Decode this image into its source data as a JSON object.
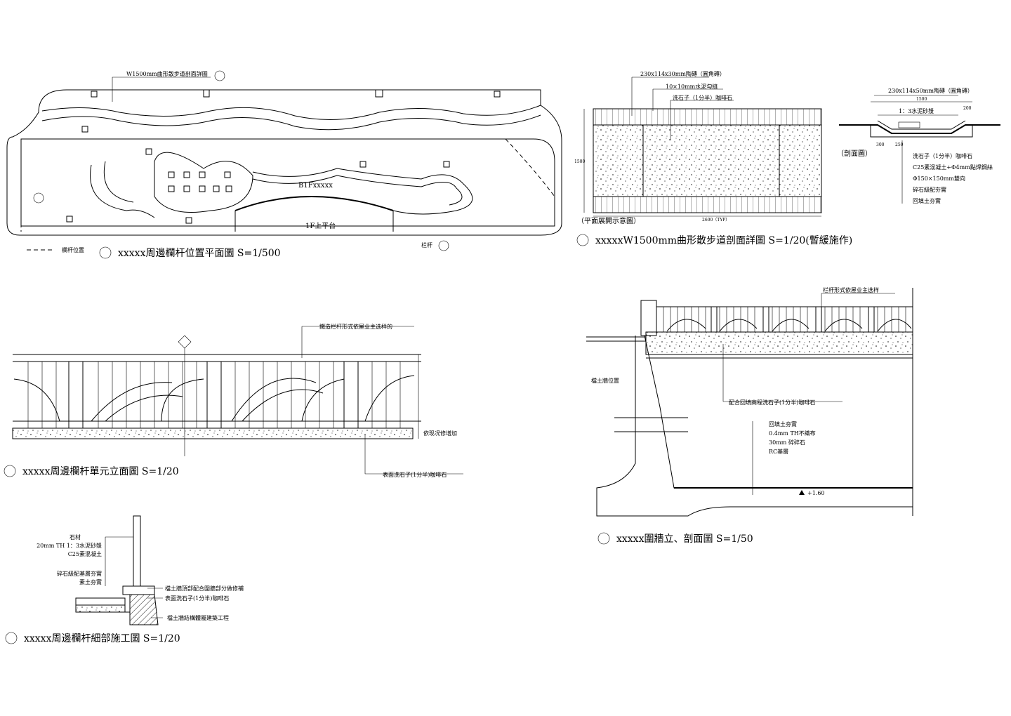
{
  "plan": {
    "leader_label": "W1500mm曲形散步道剖面詳圖",
    "zone_b1f": "B1Fxxxxx",
    "zone_1f": "1F上平台",
    "railing_tag": "栏杆",
    "legend_label": "欄杆位置",
    "title": "xxxxx周邊欄杆位置平面圖 S=1/500"
  },
  "path_section": {
    "label_tile": "230x114x30mm陶磚（圓角磚）",
    "label_joint": "10×10mm水泥勾縫",
    "label_aggregate": "洗石子（1分半）咖啡石",
    "label_plan": "（平面展開示意圖）",
    "dim_width": "1500",
    "dim_length": "2600（TYP）",
    "title": "xxxxxW1500mm曲形散步道剖面詳圖 S=1/20(暫緩施作)"
  },
  "cross_section": {
    "label_tile": "230x114x50mm陶磚（圓角磚）",
    "label_mortar": "1：3水泥砂漿",
    "label_section": "（剖面圖）",
    "dim_total": "1500",
    "dim_a": "200",
    "dim_b": "300",
    "dim_c": "250",
    "layers": [
      "洗石子（1分半）咖啡石",
      "C25素混凝土+Φ4mm點焊鋼絲",
      "Φ150×150mm雙向",
      "碎石級配夯實",
      "回填土夯實"
    ]
  },
  "elevation": {
    "label_top": "鐵造栏杆形式依屋业主选样的",
    "label_dim": "依现况修增加",
    "label_bottom": "表面洗石子(1分半)咖啡石",
    "title": "xxxxx周邊欄杆單元立面圖 S=1/20"
  },
  "wall": {
    "label_top": "栏杆形式依屋业主选样",
    "label_retaining": "檔土牆位置",
    "label_finish": "配合回填高程洗石子(1分半)咖啡石",
    "layers": [
      "回填土夯實",
      "0.4mm TH不織布",
      "30mm 碎碎石",
      "RC基層"
    ],
    "level": "+1.60",
    "title": "xxxxx圍牆立、剖面圖 S=1/50"
  },
  "detail": {
    "layers": [
      "石材",
      "20mm TH 1：3水泥砂漿",
      "C25素混凝土",
      "碎石級配基層夯實",
      "素土夯實"
    ],
    "note_1": "檔土牆頂部配合圍牆部分做修補",
    "note_2": "表面洗石子(1分半)咖啡石",
    "note_3": "檔土牆結構體屬建築工程",
    "title": "xxxxx周邊欄杆細部施工圖 S=1/20"
  }
}
